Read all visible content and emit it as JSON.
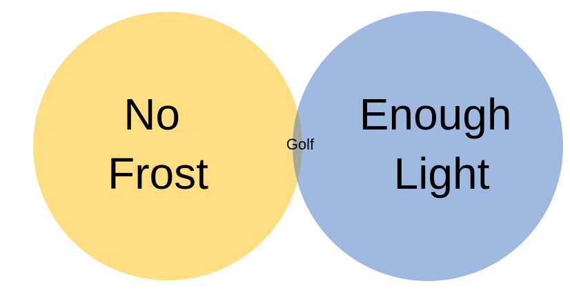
{
  "diagram": {
    "type": "venn",
    "sets": [
      {
        "id": "left",
        "label_lines": [
          "No",
          "Frost"
        ],
        "color": "#ffdd83"
      },
      {
        "id": "right",
        "label_lines": [
          "Enough",
          "Light"
        ],
        "color": "#a0b9e1"
      }
    ],
    "intersection": {
      "label": "Golf",
      "color": "#a5a8a2"
    }
  }
}
